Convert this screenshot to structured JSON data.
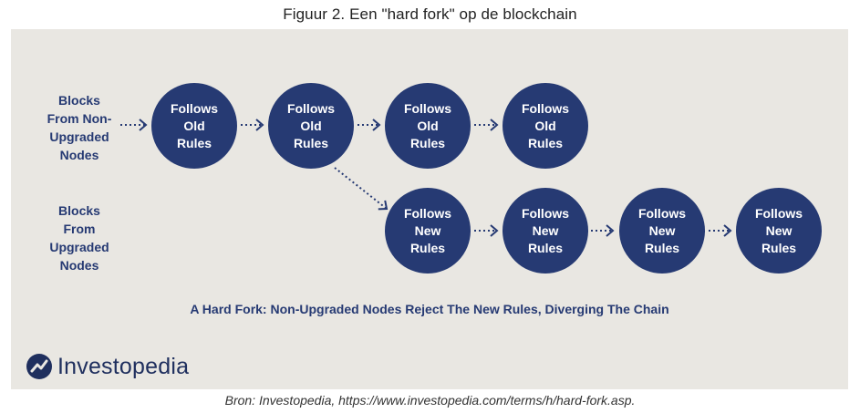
{
  "title": "Figuur 2. Een  \"hard fork\" op de blockchain",
  "source": "Bron: Investopedia, https://www.investopedia.com/terms/h/hard-fork.asp.",
  "diagram": {
    "top_label": [
      "Blocks",
      "From Non-",
      "Upgraded",
      "Nodes"
    ],
    "bottom_label": [
      "Blocks",
      "From",
      "Upgraded",
      "Nodes"
    ],
    "old_node": [
      "Follows",
      "Old",
      "Rules"
    ],
    "new_node": [
      "Follows",
      "New",
      "Rules"
    ],
    "caption": "A Hard Fork: Non-Upgraded Nodes Reject The New Rules, Diverging The Chain",
    "logo": "Investopedia",
    "colors": {
      "node": "#263a73",
      "background": "#e9e7e2",
      "text": "#263a73"
    }
  }
}
